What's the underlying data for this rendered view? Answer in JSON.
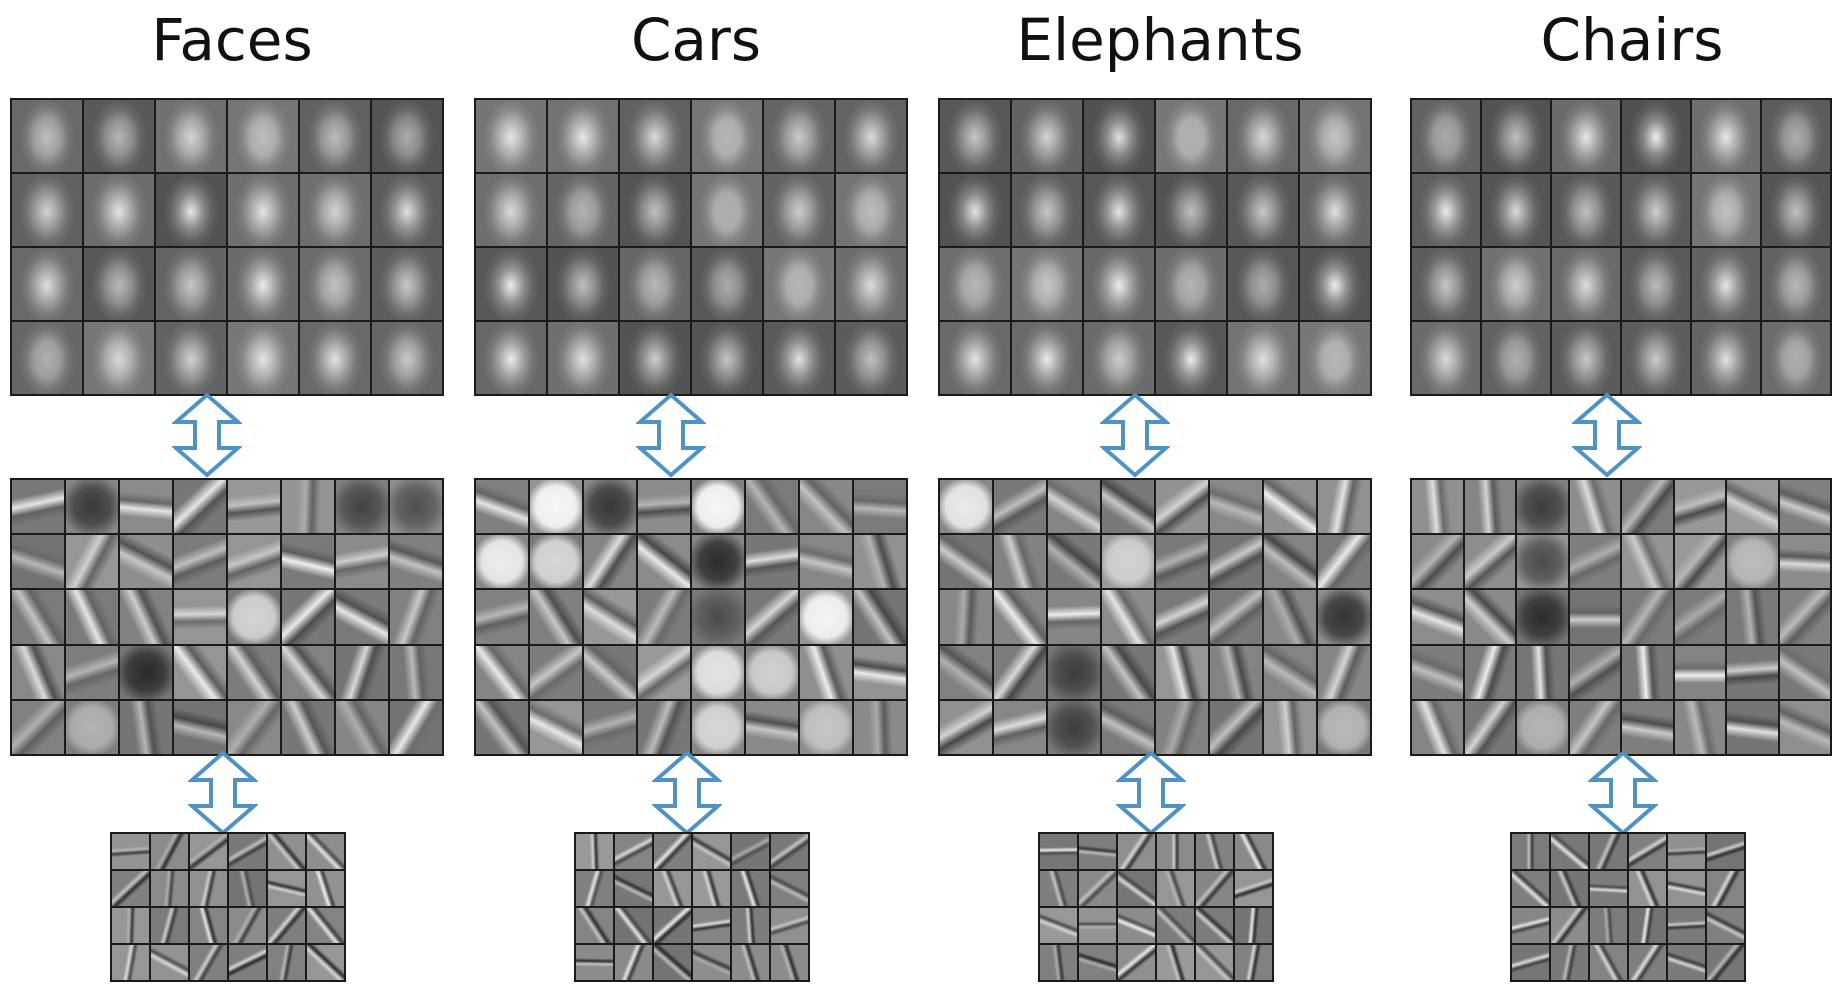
{
  "columns": [
    {
      "title": "Faces"
    },
    {
      "title": "Cars"
    },
    {
      "title": "Elephants"
    },
    {
      "title": "Chairs"
    }
  ],
  "colors": {
    "arrow": "#4f93c4",
    "grid_border": "#1a1a1a",
    "cell_gray": "#8a8a8a"
  }
}
